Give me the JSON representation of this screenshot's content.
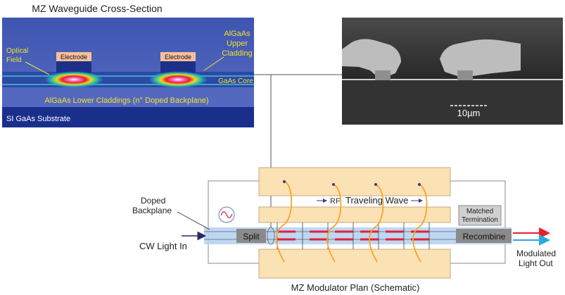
{
  "cross_section": {
    "title": "MZ Waveguide Cross-Section",
    "electrode_label_1": "Electrode",
    "electrode_label_2": "Electrode",
    "optical_field_line1": "Optical",
    "optical_field_line2": "Field",
    "upper_cladding_line1": "AlGaAs",
    "upper_cladding_line2": "Upper",
    "upper_cladding_line3": "Cladding",
    "core_label": "GaAs Core",
    "lower_cladding_prefix": "AlGaAs Lower Claddings (n",
    "lower_cladding_sup": "+",
    "lower_cladding_suffix": " Doped Backplane)",
    "substrate_label": "SI GaAs Substrate"
  },
  "sem": {
    "scale_label": "10µm"
  },
  "modulator": {
    "caption": "MZ Modulator Plan (Schematic)",
    "doped_backplane_line1": "Doped",
    "doped_backplane_line2": "Backplane",
    "cw_light_in": "CW Light In",
    "split_label": "Split",
    "recombine_label": "Recombine",
    "rf_label": "RF",
    "traveling_wave_label": "Traveling Wave",
    "matched_line1": "Matched",
    "matched_line2": "Termination",
    "modulated_line1": "Modulated",
    "modulated_line2": "Light Out"
  },
  "colors": {
    "cross_section_bg": "#4a5fb8",
    "substrate": "#1a2f8c",
    "electrode_pad": "#f6bf9a",
    "label_yellow": "#f3e22a",
    "backplane_blue": "#b9d3ee",
    "gold_pad": "#fbe2b4",
    "split_box": "#8a8a8a",
    "red_arm": "#e0203a",
    "rf_arc": "#f5a623",
    "arrow_red": "#e8202a",
    "arrow_blue": "#2aa9e0"
  }
}
